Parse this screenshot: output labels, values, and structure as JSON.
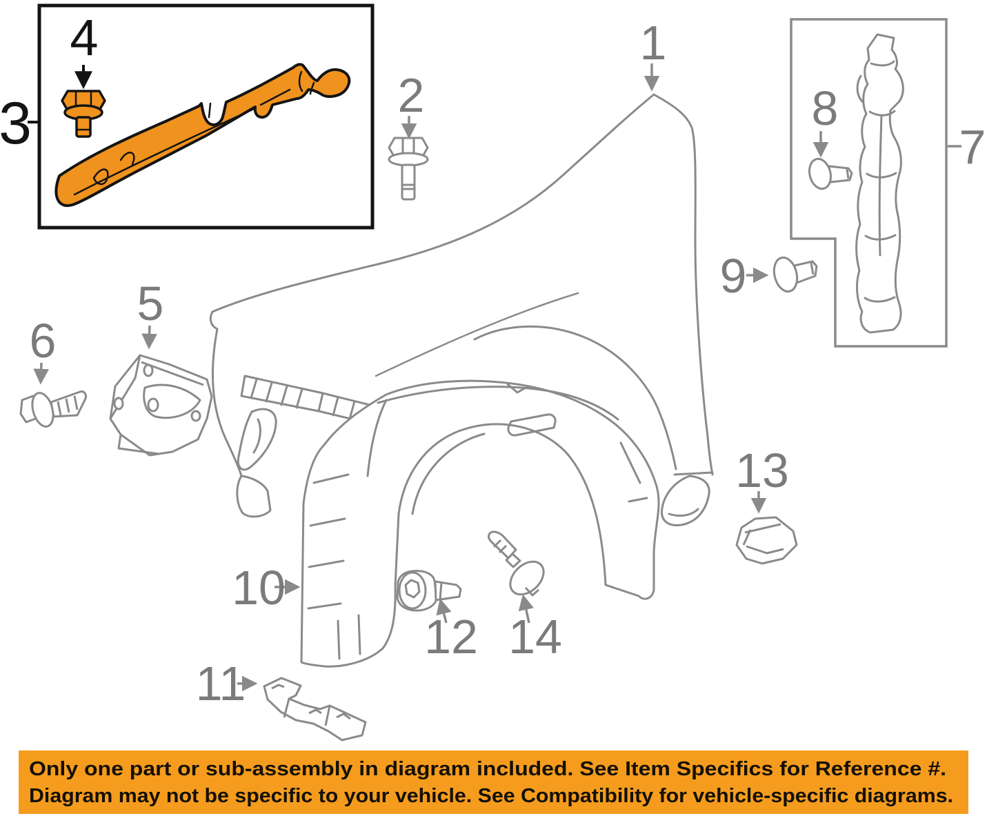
{
  "diagram": {
    "type": "exploded-parts-diagram",
    "subject": "front fender assembly",
    "callouts": {
      "c1": "1",
      "c2": "2",
      "c3": "3",
      "c4": "4",
      "c5": "5",
      "c6": "6",
      "c7": "7",
      "c8": "8",
      "c9": "9",
      "c10": "10",
      "c11": "11",
      "c12": "12",
      "c13": "13",
      "c14": "14"
    }
  },
  "banner": {
    "line1": "Only one part or sub-assembly in diagram included. See Item Specifics for Reference #.",
    "line2": "Diagram may not be specific to your vehicle. See Compatibility for vehicle-specific diagrams."
  },
  "colors": {
    "highlight_orange": "#F0921E",
    "banner_orange": "#F59C1E",
    "diagram_line_gray": "#8A8A8A",
    "callout_gray": "#7B7B7B",
    "outline_black": "#141414"
  }
}
